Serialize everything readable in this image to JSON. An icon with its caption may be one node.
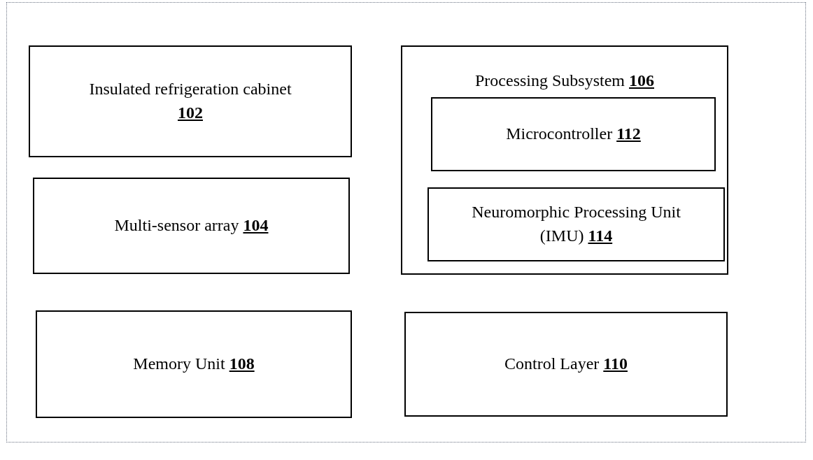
{
  "diagram": {
    "nodes": [
      {
        "text": [
          "Insulated refrigeration cabinet **102**"
        ]
      },
      {
        "text": [
          "Processing Subsystem **106**"
        ]
      },
      {
        "text": [
          "Microcontroller **112**"
        ],
        "in": 1
      },
      {
        "text": [
          "Neuromorphic Processing Unit (IMU) **114**"
        ],
        "in": 1
      },
      {
        "text": [
          "Multi-sensor array **104**"
        ]
      },
      {
        "text": [
          "Memory Unit **108**"
        ]
      },
      {
        "text": [
          "Control Layer **110**"
        ]
      }
    ]
  }
}
